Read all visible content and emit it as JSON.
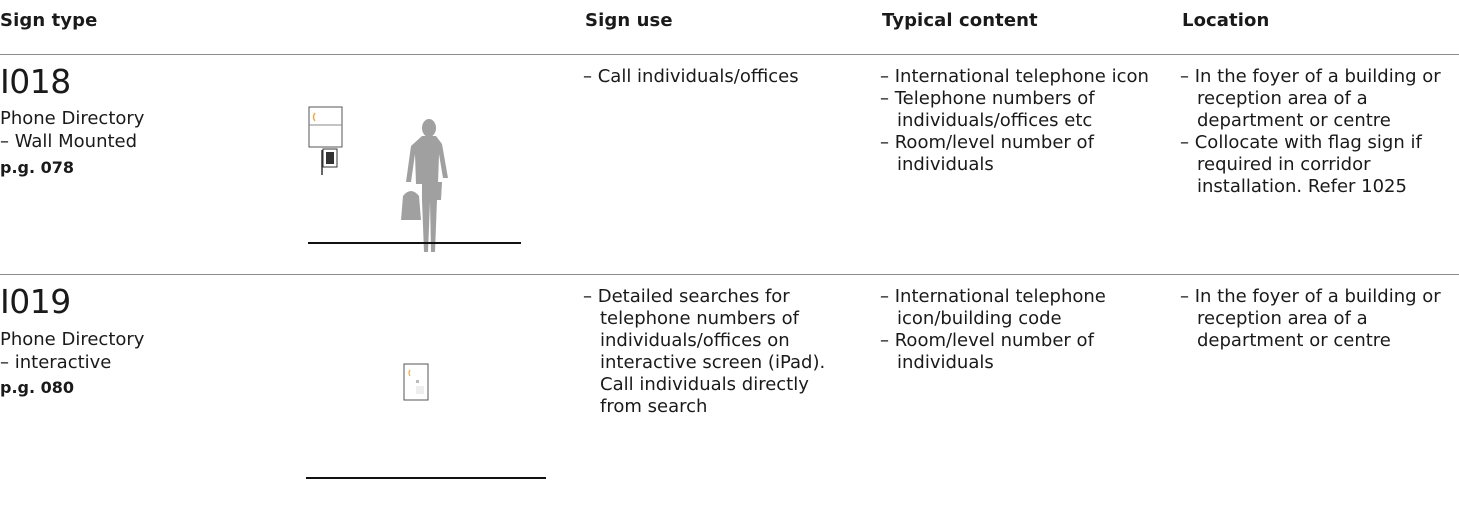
{
  "headers": {
    "sign_type": "Sign type",
    "sign_use": "Sign use",
    "typical_content": "Typical content",
    "location": "Location"
  },
  "rows": [
    {
      "code": "I018",
      "title_line1": "Phone Directory",
      "title_line2": "– Wall Mounted",
      "page": "p.g. 078",
      "sign_use": [
        "Call individuals/offices"
      ],
      "typical_content": [
        "International telephone icon",
        "Telephone numbers of individuals/offices etc",
        "Room/level number of individuals"
      ],
      "location": [
        "In the foyer of a building or reception area of a department or centre",
        "Collocate with flag sign if required in corridor installation. Refer 1025"
      ]
    },
    {
      "code": "I019",
      "title_line1": "Phone Directory",
      "title_line2": "– interactive",
      "page": "p.g. 080",
      "sign_use": [
        "Detailed searches for telephone numbers of individuals/offices on interactive screen (iPad). Call individuals directly from search"
      ],
      "typical_content": [
        "International telephone icon/building code",
        "Room/level number of individuals"
      ],
      "location": [
        "In the foyer of a building or reception area of a department or centre"
      ]
    }
  ],
  "colors": {
    "text": "#1a1a1a",
    "rule": "#8c8c8c",
    "silhouette": "#a0a0a0",
    "phone_accent": "#f0a94a"
  },
  "icons": [
    "wall-phone-directory-icon",
    "person-silhouette",
    "ipad-directory-icon"
  ]
}
